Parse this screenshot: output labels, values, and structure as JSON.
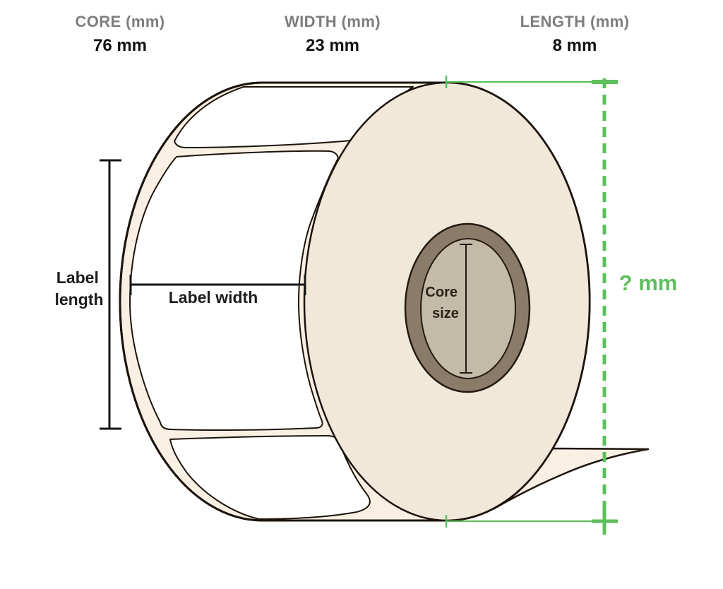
{
  "page": {
    "background": "#ffffff"
  },
  "headers": [
    {
      "id": "core",
      "label": "CORE (mm)",
      "value": "76 mm"
    },
    {
      "id": "width",
      "label": "WIDTH (mm)",
      "value": "23 mm"
    },
    {
      "id": "length",
      "label": "LENGTH (mm)",
      "value": "8 mm"
    }
  ],
  "diagram": {
    "label_length": {
      "line1": "Label",
      "line2": "length"
    },
    "label_width": "Label width",
    "core_size": {
      "line1": "Core",
      "line2": "size"
    },
    "unknown_roll_length": "? mm"
  },
  "colors": {
    "header_label_gray": "#7d7d7d",
    "header_value_black": "#121212",
    "annotation_green": "#5dbf5d",
    "outline_black": "#1c140c",
    "roll_face_cream": "#f0e9da",
    "liner_cream": "#f8f0e3",
    "core_ring_taupe": "#8b7c6a",
    "core_inner_tan": "#c3baa7",
    "label_white": "#ffffff"
  }
}
